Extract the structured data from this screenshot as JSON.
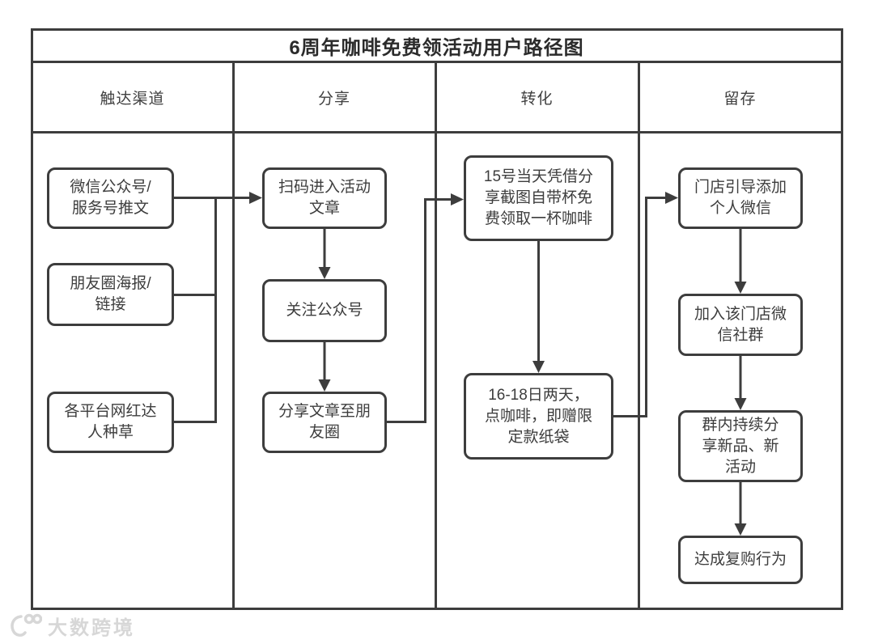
{
  "title": "6周年咖啡免费领活动用户路径图",
  "columns": [
    {
      "header": "触达渠道",
      "boxes": [
        {
          "id": "c1b1",
          "text": "微信公众号/\n服务号推文"
        },
        {
          "id": "c1b2",
          "text": "朋友圈海报/\n链接"
        },
        {
          "id": "c1b3",
          "text": "各平台网红达\n人种草"
        }
      ]
    },
    {
      "header": "分享",
      "boxes": [
        {
          "id": "c2b1",
          "text": "扫码进入活动\n文章"
        },
        {
          "id": "c2b2",
          "text": "关注公众号"
        },
        {
          "id": "c2b3",
          "text": "分享文章至朋\n友圈"
        }
      ]
    },
    {
      "header": "转化",
      "boxes": [
        {
          "id": "c3b1",
          "text": "15号当天凭借分\n享截图自带杯免\n费领取一杯咖啡"
        },
        {
          "id": "c3b2",
          "text": "16-18日两天，\n点咖啡，即赠限\n定款纸袋"
        }
      ]
    },
    {
      "header": "留存",
      "boxes": [
        {
          "id": "c4b1",
          "text": "门店引导添加\n个人微信"
        },
        {
          "id": "c4b2",
          "text": "加入该门店微\n信社群"
        },
        {
          "id": "c4b3",
          "text": "群内持续分\n享新品、新\n活动"
        },
        {
          "id": "c4b4",
          "text": "达成复购行为"
        }
      ]
    }
  ],
  "edges": [
    {
      "from": "c1b1",
      "to": "c2b1"
    },
    {
      "from": "c1b2",
      "to": "c2b1"
    },
    {
      "from": "c1b3",
      "to": "c2b1"
    },
    {
      "from": "c2b1",
      "to": "c2b2"
    },
    {
      "from": "c2b2",
      "to": "c2b3"
    },
    {
      "from": "c2b3",
      "to": "c3b1"
    },
    {
      "from": "c3b1",
      "to": "c3b2"
    },
    {
      "from": "c3b2",
      "to": "c4b1"
    },
    {
      "from": "c4b1",
      "to": "c4b2"
    },
    {
      "from": "c4b2",
      "to": "c4b3"
    },
    {
      "from": "c4b3",
      "to": "c4b4"
    }
  ],
  "watermark": {
    "brand": "大数跨境",
    "logo": "swoosh-100-logo"
  },
  "colors": {
    "line": "#3d3d3d",
    "box_border": "#3d3d3d",
    "text": "#3d3d3d",
    "title_text": "#2b2b2b",
    "watermark": "#d7d7d7",
    "background": "#ffffff"
  }
}
